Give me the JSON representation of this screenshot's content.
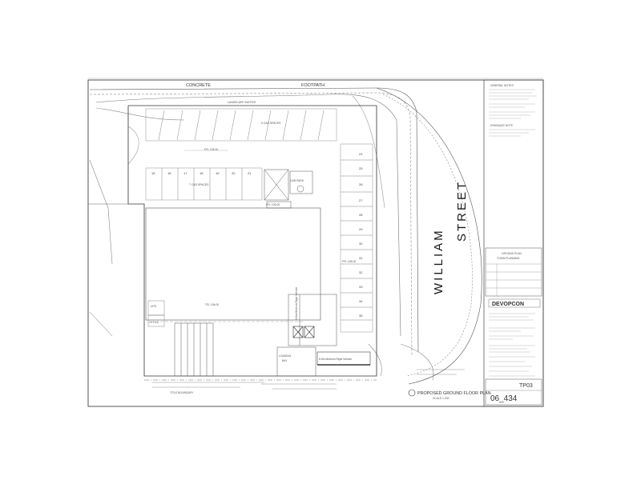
{
  "street_labels": {
    "top_left": "CONCRETE",
    "top_right": "FOOTPATH",
    "william": "WILLIAM",
    "street": "STREET"
  },
  "site_labels": {
    "landscape_buffer": "LANDSCAPE BUFFER",
    "bay_spaces_top": "6 CAR SPACES",
    "car_spaces_mid": "7 CAR SPACES",
    "fl_top": "FFL 106.00",
    "fl_mid": "FFL 106.00",
    "fl_right": "FFL 106.00",
    "tfl_main": "TFL 106.00",
    "loading_bay_1": "LOADING",
    "loading_bay_2": "BAY",
    "vehicle_note": "8.8m Medium Rigid Vehicle",
    "vehicle_note_vertical": "8.8m Medium Rigid Vehicle",
    "office": "OFFICE",
    "ups": "UPS",
    "title_boundary": "TITLE BOUNDARY",
    "drawing_title": "PROPOSED GROUND FLOOR PLAN",
    "drawing_scale": "SCALE 1:200",
    "car_park": "CAR PARK"
  },
  "parking_numbers": {
    "mid_row": [
      "15",
      "16",
      "17",
      "18",
      "19",
      "20",
      "21"
    ],
    "right_column": [
      "24",
      "25",
      "26",
      "27",
      "28",
      "29",
      "30",
      "31",
      "32",
      "33",
      "34",
      "35"
    ]
  },
  "title_block": {
    "general_notes": "GENERAL NOTES",
    "drainage": "DRAINAGE NOTE",
    "ground_plan_1": "GROUND PLAN",
    "ground_plan_2": "TOWN PLANNING",
    "firm": "DEVOPCON",
    "drawing_no": "06_434",
    "rev": "TP03"
  }
}
